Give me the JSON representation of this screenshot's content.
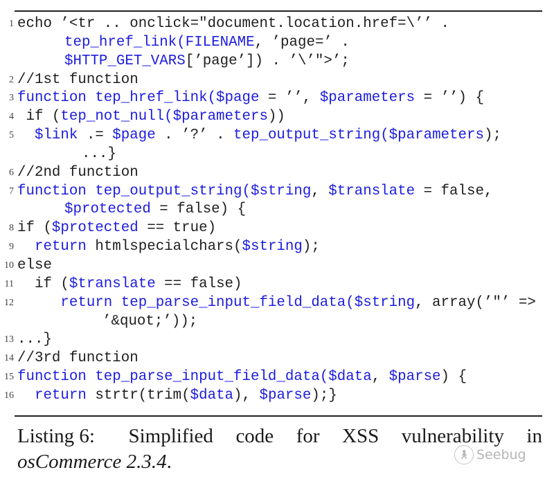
{
  "listing": {
    "lines": [
      {
        "n": "1",
        "cls": "",
        "tokens": [
          {
            "c": "p",
            "t": "echo ’<tr .. onclick=\"document.location.href=\\’’ ."
          }
        ]
      },
      {
        "n": "",
        "cls": "cont",
        "tokens": [
          {
            "c": "k",
            "t": "tep_href_link(FILENAME"
          },
          {
            "c": "p",
            "t": ", ’page=’ ."
          }
        ]
      },
      {
        "n": "",
        "cls": "cont",
        "tokens": [
          {
            "c": "k",
            "t": "$HTTP_GET_VARS"
          },
          {
            "c": "p",
            "t": "[’page’]) . ’\\’\">’;"
          }
        ]
      },
      {
        "n": "2",
        "cls": "",
        "tokens": [
          {
            "c": "p",
            "t": "//1st function"
          }
        ]
      },
      {
        "n": "3",
        "cls": "",
        "tokens": [
          {
            "c": "k",
            "t": "function tep_href_link($page"
          },
          {
            "c": "p",
            "t": " = ’’, "
          },
          {
            "c": "k",
            "t": "$parameters"
          },
          {
            "c": "p",
            "t": " = ’’) {"
          }
        ]
      },
      {
        "n": "4",
        "cls": "",
        "tokens": [
          {
            "c": "p",
            "t": " if ("
          },
          {
            "c": "k",
            "t": "tep_not_null($parameters"
          },
          {
            "c": "p",
            "t": "))"
          }
        ]
      },
      {
        "n": "5",
        "cls": "",
        "tokens": [
          {
            "c": "p",
            "t": "  "
          },
          {
            "c": "k",
            "t": "$link"
          },
          {
            "c": "p",
            "t": " .= "
          },
          {
            "c": "k",
            "t": "$page"
          },
          {
            "c": "p",
            "t": " . ’?’ . "
          },
          {
            "c": "k",
            "t": "tep_output_string($parameters"
          },
          {
            "c": "p",
            "t": ");"
          }
        ]
      },
      {
        "n": "",
        "cls": "cont5",
        "tokens": [
          {
            "c": "p",
            "t": "...}"
          }
        ]
      },
      {
        "n": "6",
        "cls": "",
        "tokens": [
          {
            "c": "p",
            "t": "//2nd function"
          }
        ]
      },
      {
        "n": "7",
        "cls": "",
        "tokens": [
          {
            "c": "k",
            "t": "function tep_output_string($string"
          },
          {
            "c": "p",
            "t": ", "
          },
          {
            "c": "k",
            "t": "$translate"
          },
          {
            "c": "p",
            "t": " = false,"
          }
        ]
      },
      {
        "n": "",
        "cls": "cont",
        "tokens": [
          {
            "c": "k",
            "t": "$protected"
          },
          {
            "c": "p",
            "t": " = false) {"
          }
        ]
      },
      {
        "n": "8",
        "cls": "",
        "tokens": [
          {
            "c": "p",
            "t": "if ("
          },
          {
            "c": "k",
            "t": "$protected"
          },
          {
            "c": "p",
            "t": " == true)"
          }
        ]
      },
      {
        "n": "9",
        "cls": "",
        "tokens": [
          {
            "c": "p",
            "t": "  "
          },
          {
            "c": "k",
            "t": "return"
          },
          {
            "c": "p",
            "t": " htmlspecialchars("
          },
          {
            "c": "k",
            "t": "$string"
          },
          {
            "c": "p",
            "t": ");"
          }
        ]
      },
      {
        "n": "10",
        "cls": "",
        "tokens": [
          {
            "c": "p",
            "t": "else"
          }
        ]
      },
      {
        "n": "11",
        "cls": "",
        "tokens": [
          {
            "c": "p",
            "t": "  if ("
          },
          {
            "c": "k",
            "t": "$translate"
          },
          {
            "c": "p",
            "t": " == false)"
          }
        ]
      },
      {
        "n": "12",
        "cls": "",
        "tokens": [
          {
            "c": "p",
            "t": "     "
          },
          {
            "c": "k",
            "t": "return tep_parse_input_field_data($string"
          },
          {
            "c": "p",
            "t": ", array(’\"’ =>"
          }
        ]
      },
      {
        "n": "",
        "cls": "cont12",
        "tokens": [
          {
            "c": "p",
            "t": "’&quot;’));"
          }
        ]
      },
      {
        "n": "13",
        "cls": "",
        "tokens": [
          {
            "c": "p",
            "t": "...}"
          }
        ]
      },
      {
        "n": "14",
        "cls": "",
        "tokens": [
          {
            "c": "p",
            "t": "//3rd function"
          }
        ]
      },
      {
        "n": "15",
        "cls": "",
        "tokens": [
          {
            "c": "k",
            "t": "function tep_parse_input_field_data($data"
          },
          {
            "c": "p",
            "t": ", "
          },
          {
            "c": "k",
            "t": "$parse"
          },
          {
            "c": "p",
            "t": ") {"
          }
        ]
      },
      {
        "n": "16",
        "cls": "",
        "tokens": [
          {
            "c": "p",
            "t": "  "
          },
          {
            "c": "k",
            "t": "return"
          },
          {
            "c": "p",
            "t": " strtr(trim("
          },
          {
            "c": "k",
            "t": "$data"
          },
          {
            "c": "p",
            "t": "), "
          },
          {
            "c": "k",
            "t": "$parse"
          },
          {
            "c": "p",
            "t": ");}"
          }
        ]
      }
    ]
  },
  "caption": {
    "label": "Listing 6:",
    "words": [
      "Simplified",
      "code",
      "for",
      "XSS",
      "vulnerability",
      "in"
    ],
    "product": "osCommerce 2.3.4",
    "end": "."
  },
  "watermark": {
    "text": "Seebug"
  },
  "colors": {
    "keyword": "#1c1ce0",
    "text": "#1e1e1e"
  }
}
